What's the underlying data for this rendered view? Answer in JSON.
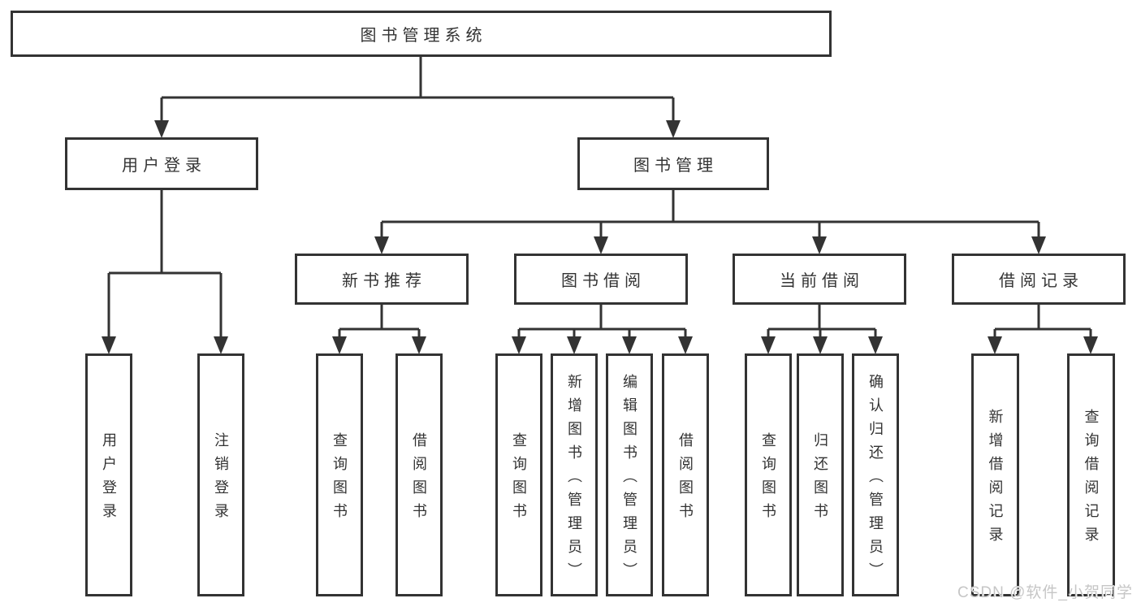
{
  "diagram": {
    "root": {
      "label": "图书管理系统"
    },
    "level1": [
      {
        "label": "用户登录"
      },
      {
        "label": "图书管理"
      }
    ],
    "level2": [
      {
        "label": "新书推荐",
        "parent": "图书管理"
      },
      {
        "label": "图书借阅",
        "parent": "图书管理"
      },
      {
        "label": "当前借阅",
        "parent": "图书管理"
      },
      {
        "label": "借阅记录",
        "parent": "图书管理"
      }
    ],
    "leaves": [
      {
        "label": "用户登录",
        "parent": "用户登录"
      },
      {
        "label": "注销登录",
        "parent": "用户登录"
      },
      {
        "label": "查询图书",
        "parent": "新书推荐"
      },
      {
        "label": "借阅图书",
        "parent": "新书推荐"
      },
      {
        "label": "查询图书",
        "parent": "图书借阅"
      },
      {
        "label": "新增图书（管理员）",
        "parent": "图书借阅"
      },
      {
        "label": "编辑图书（管理员）",
        "parent": "图书借阅"
      },
      {
        "label": "借阅图书",
        "parent": "图书借阅"
      },
      {
        "label": "查询图书",
        "parent": "当前借阅"
      },
      {
        "label": "归还图书",
        "parent": "当前借阅"
      },
      {
        "label": "确认归还（管理员）",
        "parent": "当前借阅"
      },
      {
        "label": "新增借阅记录",
        "parent": "借阅记录"
      },
      {
        "label": "查询借阅记录",
        "parent": "借阅记录"
      }
    ]
  },
  "watermark": {
    "text": "CSDN @软件_小贺同学",
    "color": "#c6c6c6"
  },
  "colors": {
    "line": "#333333",
    "box_border": "#333333",
    "box_fill": "#ffffff",
    "text": "#333333",
    "background": "#ffffff"
  }
}
